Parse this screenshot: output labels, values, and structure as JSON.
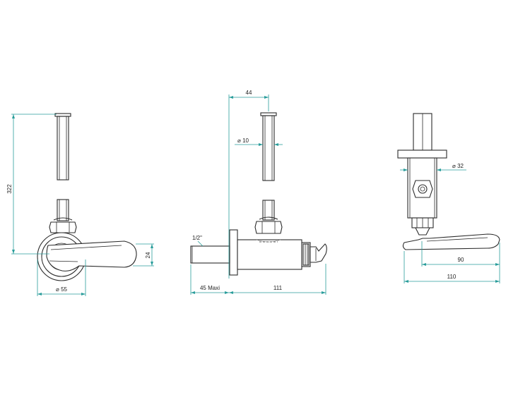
{
  "dimensions": {
    "height_total": "322",
    "handle_height": "24",
    "rosette_diameter": "⌀ 55",
    "offset_44": "44",
    "pipe_diameter": "⌀ 10",
    "thread": "1/2\"",
    "spigot_max": "45  Maxi",
    "body_length": "111",
    "nut_diameter": "⌀ 32",
    "lever_90": "90",
    "lever_110": "110"
  },
  "colors": {
    "dimension_line": "#2a9d9b",
    "part_outline": "#2b2b2b",
    "background": "#ffffff"
  }
}
